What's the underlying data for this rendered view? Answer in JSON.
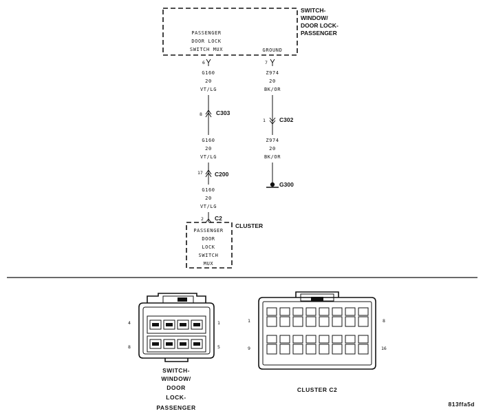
{
  "top_switch": {
    "title_lines": [
      "SWITCH-",
      "WINDOW/",
      "DOOR LOCK-",
      "PASSENGER"
    ],
    "terminal_left_lines": [
      "PASSENGER",
      "DOOR LOCK",
      "SWITCH MUX"
    ],
    "terminal_right": "GROUND",
    "pin_left": "6",
    "pin_right": "7"
  },
  "wire_left": {
    "segments": [
      {
        "circuit": "G160",
        "gauge": "20",
        "color": "VT/LG"
      },
      {
        "circuit": "G160",
        "gauge": "20",
        "color": "VT/LG"
      },
      {
        "circuit": "G160",
        "gauge": "20",
        "color": "VT/LG"
      }
    ],
    "connectors": [
      {
        "pin": "8",
        "name": "C303"
      },
      {
        "pin": "17",
        "name": "C200"
      },
      {
        "pin": "2",
        "name": "C2"
      }
    ]
  },
  "wire_right": {
    "segments": [
      {
        "circuit": "Z974",
        "gauge": "20",
        "color": "BK/OR"
      },
      {
        "circuit": "Z974",
        "gauge": "20",
        "color": "BK/OR"
      }
    ],
    "connector": {
      "pin": "1",
      "name": "C302"
    },
    "ground": "G300"
  },
  "cluster": {
    "title": "CLUSTER",
    "terminal_lines": [
      "PASSENGER",
      "DOOR",
      "LOCK",
      "SWITCH",
      "MUX"
    ]
  },
  "connector_views": {
    "switch": {
      "pins": {
        "top_left": "4",
        "top_right": "1",
        "bottom_left": "8",
        "bottom_right": "5"
      },
      "caption_lines": [
        "SWITCH-",
        "WINDOW/",
        "DOOR",
        "LOCK-",
        "PASSENGER"
      ]
    },
    "cluster": {
      "pins": {
        "top_left": "1",
        "top_right": "8",
        "bottom_left": "9",
        "bottom_right": "16"
      },
      "caption": "CLUSTER C2"
    }
  },
  "figure_id": "813ffa5d"
}
